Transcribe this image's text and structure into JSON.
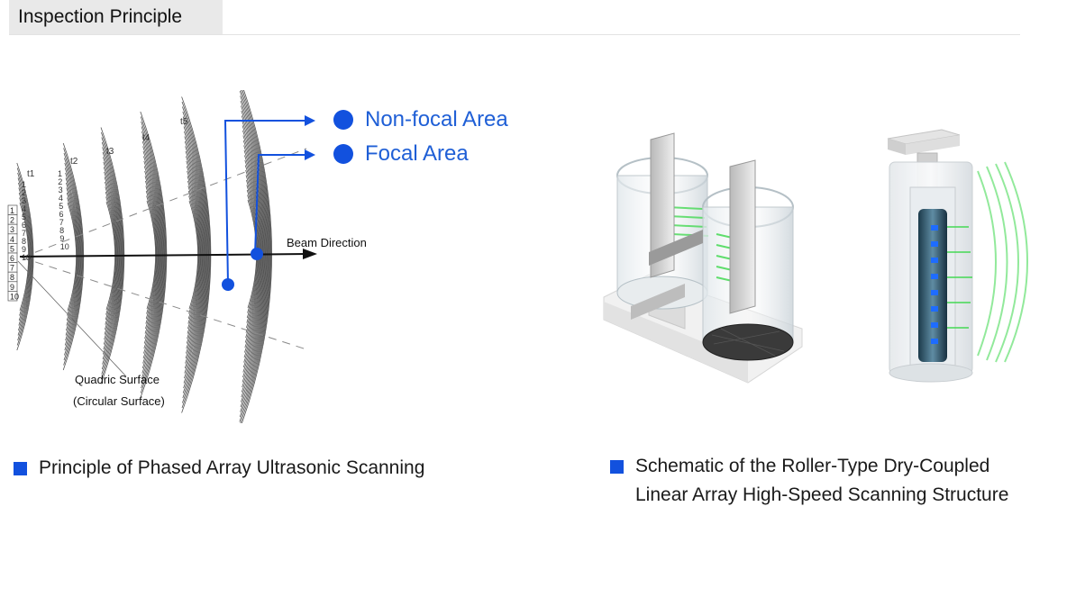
{
  "header": {
    "title": "Inspection Principle"
  },
  "diagram": {
    "beam_direction_label": "Beam Direction",
    "surface_label_line1": "Quadric Surface",
    "surface_label_line2": "(Circular Surface)",
    "time_labels": [
      "t1",
      "t2",
      "t3",
      "t4",
      "t5"
    ],
    "element_numbers": [
      "1",
      "2",
      "3",
      "4",
      "5",
      "6",
      "7",
      "8",
      "9",
      "10"
    ],
    "legend": [
      {
        "label": "Non-focal Area"
      },
      {
        "label": "Focal Area"
      }
    ]
  },
  "captions": {
    "left": "Principle of Phased Array Ultrasonic Scanning",
    "right_line1": "Schematic of the Roller-Type Dry-Coupled",
    "right_line2": "Linear Array High-Speed Scanning Structure"
  },
  "colors": {
    "accent": "#1251de",
    "legend_text": "#1f5fd6",
    "glow": "#3ad84a",
    "tab_bg": "#e9e9e9"
  }
}
